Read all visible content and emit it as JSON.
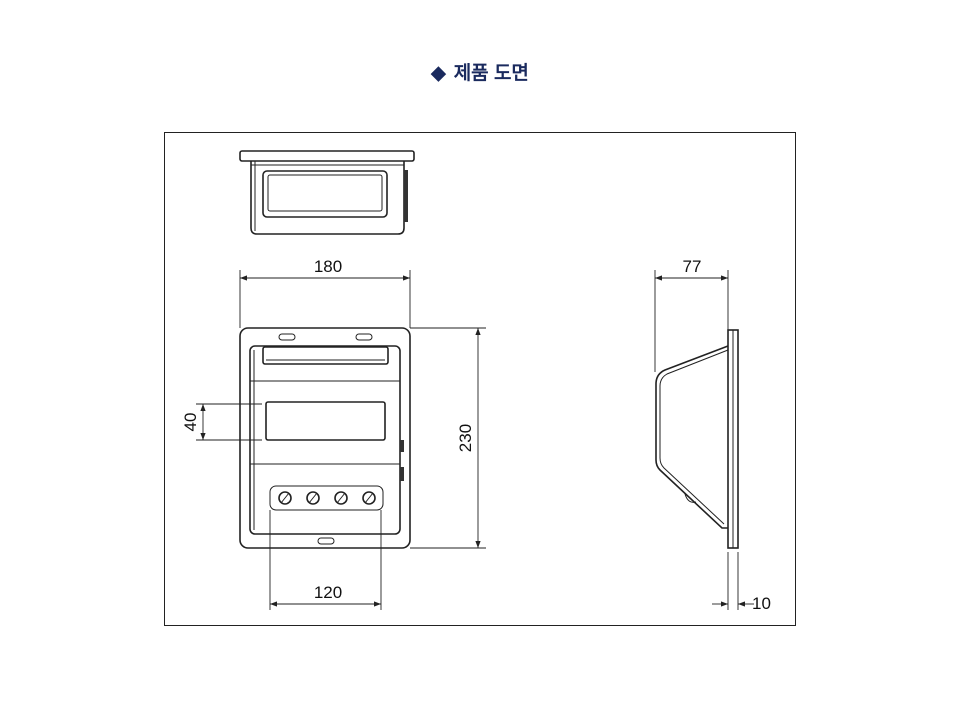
{
  "title": {
    "bullet": "◆",
    "text": "제품 도면"
  },
  "dimensions": {
    "width": "180",
    "height": "230",
    "display_height": "40",
    "terminal_width": "120",
    "depth": "77",
    "flange": "10"
  },
  "colors": {
    "title": "#1a2a5e",
    "line": "#222222"
  }
}
